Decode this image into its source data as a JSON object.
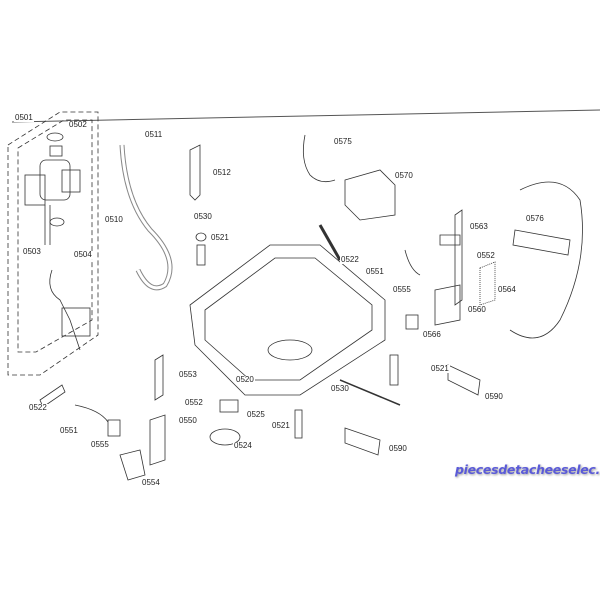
{
  "diagram": {
    "labels": [
      "0501",
      "0502",
      "0503",
      "0504",
      "0510",
      "0511",
      "0512",
      "0530",
      "0521",
      "0575",
      "0570",
      "0576",
      "0563",
      "0552",
      "0564",
      "0560",
      "0566",
      "0522",
      "0551",
      "0555",
      "0520",
      "0553",
      "0552",
      "0525",
      "0550",
      "0524",
      "0521",
      "0530",
      "0521",
      "0590",
      "0590",
      "0522",
      "0551",
      "0555",
      "0554"
    ],
    "watermark": "piecesdetacheeselec.com"
  }
}
